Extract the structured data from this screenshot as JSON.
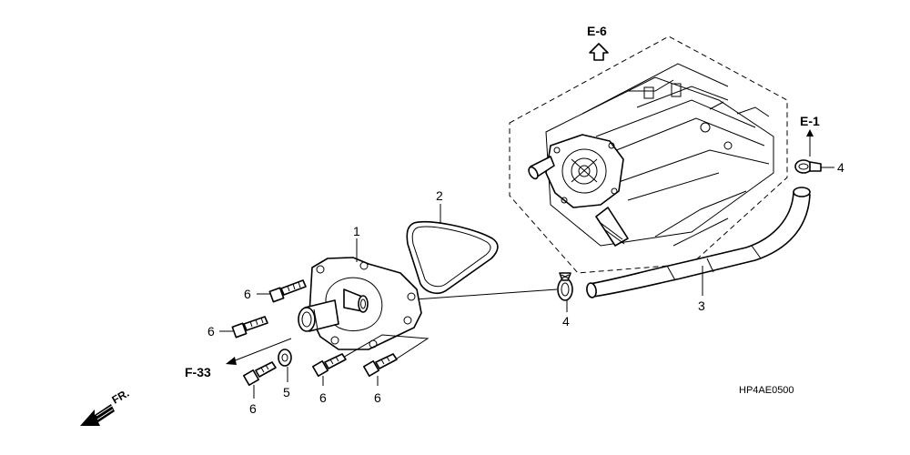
{
  "callouts": {
    "water_pump_cover": "1",
    "o_ring": "2",
    "water_hose": "3",
    "hose_clamp_upper": "4",
    "hose_clamp_lower": "4",
    "washer": "5",
    "bolt_upper": "6",
    "bolt_middle": "6",
    "bolt_lower_left": "6",
    "bolt_lower_center": "6",
    "bolt_lower_right": "6"
  },
  "references": {
    "engine_assembly": "E-6",
    "hose_destination": "E-1",
    "bolt_destination": "F-33"
  },
  "diagram_code": "HP4AE0500",
  "front_indicator": "FR."
}
